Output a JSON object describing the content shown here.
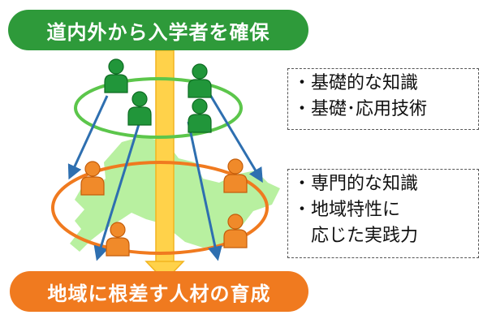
{
  "top_banner": {
    "text": "道内外から入学者を確保"
  },
  "bottom_banner": {
    "text": "地域に根差す人材の育成"
  },
  "box_basic": {
    "bullet": "・",
    "items": [
      "基礎的な知識",
      "基礎･応用技術"
    ]
  },
  "box_specialized": {
    "bullet": "・",
    "items": [
      "専門的な知識",
      "地域特性に",
      "応じた実践力"
    ]
  },
  "colors": {
    "green": "#2e9a3a",
    "orange": "#f07a1f",
    "light_green_ring": "#5cc64b",
    "map_green": "#b8f0a0",
    "arrow_blue": "#2e6fb0",
    "yellow_arrow": "#ffd24a",
    "person_green": "#21963a",
    "person_orange": "#f08a2a"
  },
  "icons": {
    "person": "person-icon",
    "map": "hokkaido-map"
  }
}
